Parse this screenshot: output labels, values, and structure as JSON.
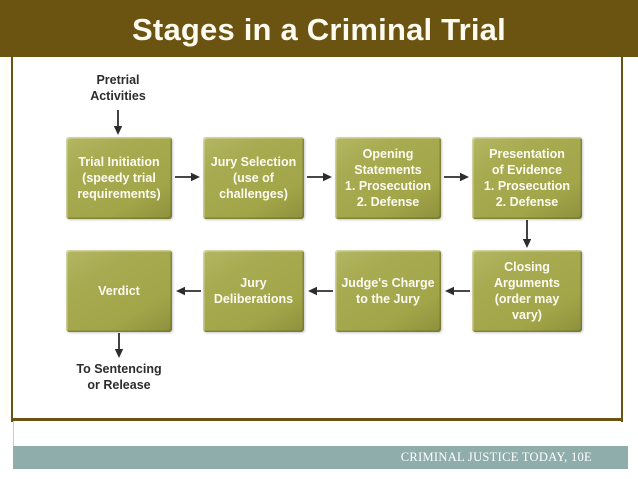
{
  "slide": {
    "title": "Stages in a Criminal Trial",
    "title_bar_color": "#6b5411",
    "box_color": "#a6a94e",
    "footer_bar_color": "#8fadab"
  },
  "footer": {
    "source": "CRIMINAL JUSTICE TODAY, 10E"
  },
  "diagram": {
    "entry_label": {
      "line1": "Pretrial",
      "line2": "Activities"
    },
    "exit_label": {
      "line1": "To Sentencing",
      "line2": "or Release"
    },
    "boxes": [
      {
        "id": "trial-initiation",
        "line1": "Trial Initiation",
        "line2": "(speedy trial",
        "line3": "requirements)"
      },
      {
        "id": "jury-selection",
        "line1": "Jury Selection",
        "line2": "(use of",
        "line3": "challenges)"
      },
      {
        "id": "opening-statements",
        "line1": "Opening",
        "line2": "Statements",
        "line3": "1. Prosecution",
        "line4": "2. Defense"
      },
      {
        "id": "presentation-of-evidence",
        "line1": "Presentation",
        "line2": "of Evidence",
        "line3": "1. Prosecution",
        "line4": "2. Defense"
      },
      {
        "id": "closing-arguments",
        "line1": "Closing",
        "line2": "Arguments",
        "line3": "(order may",
        "line4": "vary)"
      },
      {
        "id": "judges-charge",
        "line1": "Judge's Charge",
        "line2": "to the Jury"
      },
      {
        "id": "jury-deliberations",
        "line1": "Jury",
        "line2": "Deliberations"
      },
      {
        "id": "verdict",
        "line1": "Verdict"
      }
    ]
  }
}
